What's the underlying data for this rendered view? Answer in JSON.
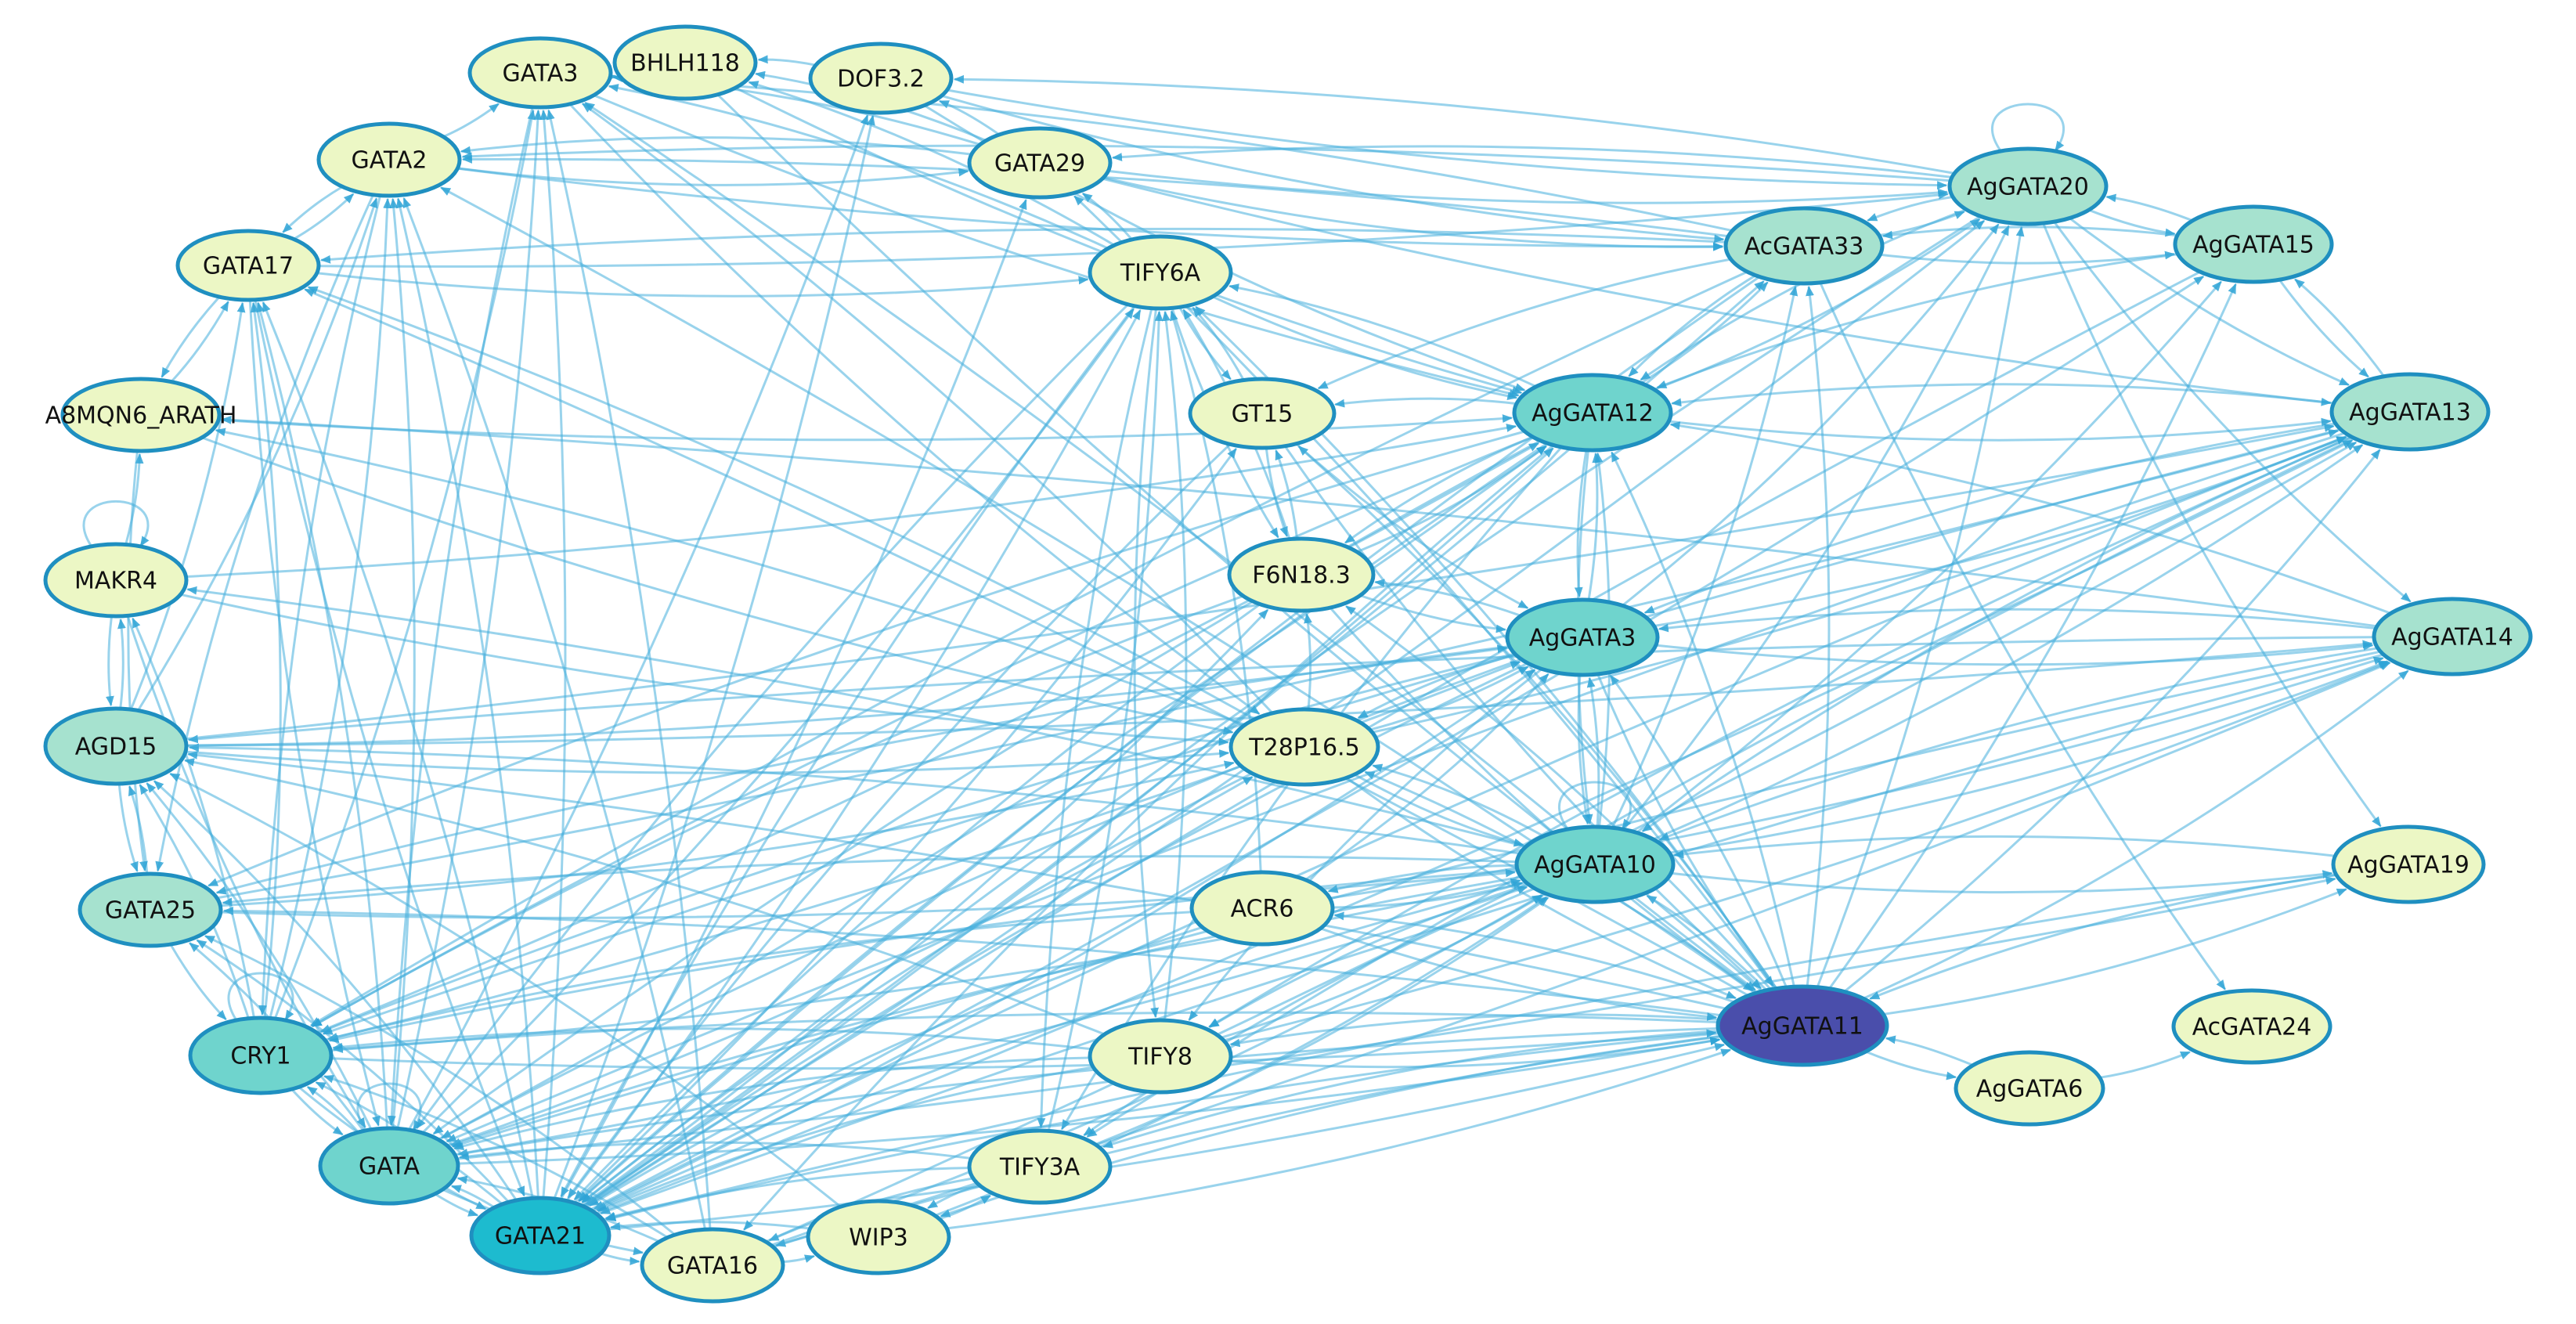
{
  "diagram": {
    "colors": {
      "edge": "#45aedd",
      "border": "#1f8fc0",
      "level0": "#ecf7c5",
      "level1": "#a6e2cf",
      "level2": "#6fd4cd",
      "level3": "#1dbbcf",
      "level4": "#4a4eab",
      "hub_border": "#2b3a8f"
    },
    "nodes": [
      {
        "id": "GATA3",
        "label": "GATA3",
        "level": 0
      },
      {
        "id": "BHLH118",
        "label": "BHLH118",
        "level": 0
      },
      {
        "id": "DOF3_2",
        "label": "DOF3.2",
        "level": 0
      },
      {
        "id": "GATA2",
        "label": "GATA2",
        "level": 0
      },
      {
        "id": "GATA29",
        "label": "GATA29",
        "level": 0
      },
      {
        "id": "GATA17",
        "label": "GATA17",
        "level": 0
      },
      {
        "id": "TIFY6A",
        "label": "TIFY6A",
        "level": 0
      },
      {
        "id": "A8MQN6_ARATH",
        "label": "A8MQN6_ARATH",
        "level": 0
      },
      {
        "id": "GT15",
        "label": "GT15",
        "level": 0
      },
      {
        "id": "MAKR4",
        "label": "MAKR4",
        "level": 0
      },
      {
        "id": "F6N18_3",
        "label": "F6N18.3",
        "level": 0
      },
      {
        "id": "AGD15",
        "label": "AGD15",
        "level": 1
      },
      {
        "id": "T28P16_5",
        "label": "T28P16.5",
        "level": 0
      },
      {
        "id": "GATA25",
        "label": "GATA25",
        "level": 1
      },
      {
        "id": "ACR6",
        "label": "ACR6",
        "level": 0
      },
      {
        "id": "CRY1",
        "label": "CRY1",
        "level": 2
      },
      {
        "id": "TIFY8",
        "label": "TIFY8",
        "level": 0
      },
      {
        "id": "GATA",
        "label": "GATA",
        "level": 2
      },
      {
        "id": "TIFY3A",
        "label": "TIFY3A",
        "level": 0
      },
      {
        "id": "GATA21",
        "label": "GATA21",
        "level": 3
      },
      {
        "id": "GATA16",
        "label": "GATA16",
        "level": 0
      },
      {
        "id": "WIP3",
        "label": "WIP3",
        "level": 0
      },
      {
        "id": "AgGATA20",
        "label": "AgGATA20",
        "level": 1
      },
      {
        "id": "AcGATA33",
        "label": "AcGATA33",
        "level": 1
      },
      {
        "id": "AgGATA15",
        "label": "AgGATA15",
        "level": 1
      },
      {
        "id": "AgGATA12",
        "label": "AgGATA12",
        "level": 2
      },
      {
        "id": "AgGATA13",
        "label": "AgGATA13",
        "level": 1
      },
      {
        "id": "AgGATA3",
        "label": "AgGATA3",
        "level": 2
      },
      {
        "id": "AgGATA14",
        "label": "AgGATA14",
        "level": 1
      },
      {
        "id": "AgGATA10",
        "label": "AgGATA10",
        "level": 2
      },
      {
        "id": "AgGATA19",
        "label": "AgGATA19",
        "level": 0
      },
      {
        "id": "AgGATA11",
        "label": "AgGATA11",
        "level": 4
      },
      {
        "id": "AcGATA24",
        "label": "AcGATA24",
        "level": 0
      },
      {
        "id": "AgGATA6",
        "label": "AgGATA6",
        "level": 0
      }
    ],
    "edges": [
      [
        "GATA2",
        "GATA17"
      ],
      [
        "GATA17",
        "GATA2"
      ],
      [
        "GATA2",
        "GATA3"
      ],
      [
        "GATA3",
        "BHLH118"
      ],
      [
        "DOF3_2",
        "BHLH118"
      ],
      [
        "GATA29",
        "DOF3_2"
      ],
      [
        "GATA29",
        "GATA3"
      ],
      [
        "GATA29",
        "GATA2"
      ],
      [
        "GATA29",
        "BHLH118"
      ],
      [
        "TIFY6A",
        "GATA29"
      ],
      [
        "TIFY6A",
        "GATA3"
      ],
      [
        "TIFY6A",
        "BHLH118"
      ],
      [
        "GATA17",
        "A8MQN6_ARATH"
      ],
      [
        "A8MQN6_ARATH",
        "GATA17"
      ],
      [
        "MAKR4",
        "A8MQN6_ARATH"
      ],
      [
        "MAKR4",
        "AGD15"
      ],
      [
        "AGD15",
        "MAKR4"
      ],
      [
        "AGD15",
        "GATA17"
      ],
      [
        "AGD15",
        "GATA2"
      ],
      [
        "AGD15",
        "GATA25"
      ],
      [
        "GATA25",
        "AGD15"
      ],
      [
        "GATA25",
        "CRY1"
      ],
      [
        "CRY1",
        "GATA"
      ],
      [
        "GATA",
        "CRY1"
      ],
      [
        "CRY1",
        "GATA21"
      ],
      [
        "GATA",
        "GATA21"
      ],
      [
        "GATA21",
        "GATA16"
      ],
      [
        "GATA16",
        "WIP3"
      ],
      [
        "WIP3",
        "GATA21"
      ],
      [
        "GATA",
        "GATA16"
      ],
      [
        "CRY1",
        "GATA2"
      ],
      [
        "CRY1",
        "GATA3"
      ],
      [
        "CRY1",
        "GATA17"
      ],
      [
        "CRY1",
        "MAKR4"
      ],
      [
        "CRY1",
        "AGD15"
      ],
      [
        "GATA",
        "GATA2"
      ],
      [
        "GATA",
        "GATA3"
      ],
      [
        "GATA",
        "GATA17"
      ],
      [
        "GATA",
        "AGD15"
      ],
      [
        "GATA",
        "GATA25"
      ],
      [
        "GATA21",
        "GATA3"
      ],
      [
        "GATA21",
        "GATA2"
      ],
      [
        "GATA21",
        "GATA17"
      ],
      [
        "GATA21",
        "AGD15"
      ],
      [
        "GATA21",
        "GATA25"
      ],
      [
        "GATA21",
        "CRY1"
      ],
      [
        "GATA21",
        "GATA"
      ],
      [
        "GATA16",
        "GATA"
      ],
      [
        "GATA16",
        "GATA3"
      ],
      [
        "GATA16",
        "GATA2"
      ],
      [
        "GATA16",
        "CRY1"
      ],
      [
        "GATA16",
        "GATA25"
      ],
      [
        "MAKR4",
        "GATA"
      ],
      [
        "GATA17",
        "GATA21"
      ],
      [
        "GATA17",
        "GATA"
      ],
      [
        "A8MQN6_ARATH",
        "GATA25"
      ],
      [
        "GATA3",
        "GATA"
      ],
      [
        "GATA2",
        "GATA25"
      ],
      [
        "GATA2",
        "CRY1"
      ],
      [
        "AgGATA11",
        "GATA21"
      ],
      [
        "AgGATA11",
        "GATA"
      ],
      [
        "AgGATA11",
        "CRY1"
      ],
      [
        "AgGATA11",
        "GATA16"
      ],
      [
        "AgGATA11",
        "WIP3"
      ],
      [
        "AgGATA11",
        "TIFY3A"
      ],
      [
        "AgGATA11",
        "TIFY8"
      ],
      [
        "AgGATA11",
        "ACR6"
      ],
      [
        "AgGATA11",
        "AgGATA10"
      ],
      [
        "AgGATA11",
        "AgGATA3"
      ],
      [
        "AgGATA11",
        "AgGATA12"
      ],
      [
        "AgGATA11",
        "AcGATA33"
      ],
      [
        "AgGATA11",
        "AgGATA20"
      ],
      [
        "AgGATA11",
        "AgGATA15"
      ],
      [
        "AgGATA11",
        "AgGATA13"
      ],
      [
        "AgGATA11",
        "AgGATA14"
      ],
      [
        "AgGATA11",
        "AgGATA19"
      ],
      [
        "AgGATA11",
        "AgGATA6"
      ],
      [
        "AgGATA11",
        "GATA25"
      ],
      [
        "AgGATA11",
        "AGD15"
      ],
      [
        "AgGATA11",
        "T28P16_5"
      ],
      [
        "AgGATA11",
        "F6N18_3"
      ],
      [
        "AgGATA11",
        "GT15"
      ],
      [
        "AgGATA11",
        "TIFY6A"
      ],
      [
        "AgGATA11",
        "GATA29"
      ],
      [
        "AgGATA11",
        "GATA3"
      ],
      [
        "AgGATA11",
        "GATA2"
      ],
      [
        "AgGATA11",
        "GATA17"
      ],
      [
        "AgGATA6",
        "AcGATA24"
      ],
      [
        "AgGATA6",
        "AgGATA11"
      ],
      [
        "AgGATA10",
        "GATA21"
      ],
      [
        "AgGATA10",
        "GATA"
      ],
      [
        "AgGATA10",
        "CRY1"
      ],
      [
        "AgGATA10",
        "GATA25"
      ],
      [
        "AgGATA10",
        "AGD15"
      ],
      [
        "AgGATA10",
        "ACR6"
      ],
      [
        "AgGATA10",
        "TIFY8"
      ],
      [
        "AgGATA10",
        "TIFY3A"
      ],
      [
        "AgGATA10",
        "T28P16_5"
      ],
      [
        "AgGATA10",
        "AgGATA3"
      ],
      [
        "AgGATA10",
        "AgGATA12"
      ],
      [
        "AgGATA10",
        "AcGATA33"
      ],
      [
        "AgGATA10",
        "AgGATA20"
      ],
      [
        "AgGATA10",
        "AgGATA15"
      ],
      [
        "AgGATA10",
        "AgGATA13"
      ],
      [
        "AgGATA10",
        "AgGATA14"
      ],
      [
        "AgGATA10",
        "AgGATA19"
      ],
      [
        "AgGATA10",
        "MAKR4"
      ],
      [
        "AgGATA3",
        "GATA21"
      ],
      [
        "AgGATA3",
        "GATA"
      ],
      [
        "AgGATA3",
        "CRY1"
      ],
      [
        "AgGATA3",
        "AgGATA10"
      ],
      [
        "AgGATA3",
        "AgGATA12"
      ],
      [
        "AgGATA3",
        "AgGATA20"
      ],
      [
        "AgGATA3",
        "AgGATA13"
      ],
      [
        "AgGATA3",
        "AgGATA14"
      ],
      [
        "AgGATA3",
        "GATA25"
      ],
      [
        "AgGATA3",
        "TIFY8"
      ],
      [
        "AgGATA3",
        "F6N18_3"
      ],
      [
        "AgGATA3",
        "T28P16_5"
      ],
      [
        "AgGATA3",
        "AgGATA11"
      ],
      [
        "AgGATA12",
        "GATA21"
      ],
      [
        "AgGATA12",
        "GATA"
      ],
      [
        "AgGATA12",
        "CRY1"
      ],
      [
        "AgGATA12",
        "GATA25"
      ],
      [
        "AgGATA12",
        "GT15"
      ],
      [
        "AgGATA12",
        "F6N18_3"
      ],
      [
        "AgGATA12",
        "AgGATA3"
      ],
      [
        "AgGATA12",
        "AgGATA10"
      ],
      [
        "AgGATA12",
        "AgGATA20"
      ],
      [
        "AgGATA12",
        "AgGATA13"
      ],
      [
        "AgGATA12",
        "AcGATA33"
      ],
      [
        "AgGATA12",
        "TIFY6A"
      ],
      [
        "AgGATA12",
        "TIFY3A"
      ],
      [
        "AgGATA12",
        "GATA16"
      ],
      [
        "AcGATA33",
        "AgGATA20"
      ],
      [
        "AcGATA33",
        "AgGATA12"
      ],
      [
        "AcGATA33",
        "AgGATA15"
      ],
      [
        "AcGATA33",
        "GATA2"
      ],
      [
        "AcGATA33",
        "GATA3"
      ],
      [
        "AcGATA33",
        "GATA17"
      ],
      [
        "AcGATA33",
        "GT15"
      ],
      [
        "AcGATA33",
        "AcGATA24"
      ],
      [
        "AcGATA33",
        "GATA21"
      ],
      [
        "AcGATA33",
        "CRY1"
      ],
      [
        "AgGATA20",
        "AcGATA33"
      ],
      [
        "AgGATA20",
        "AgGATA15"
      ],
      [
        "AgGATA20",
        "AgGATA13"
      ],
      [
        "AgGATA20",
        "AgGATA14"
      ],
      [
        "AgGATA20",
        "AgGATA19"
      ],
      [
        "AgGATA20",
        "DOF3_2"
      ],
      [
        "AgGATA20",
        "GATA29"
      ],
      [
        "AgGATA20",
        "GATA2"
      ],
      [
        "AgGATA20",
        "GATA21"
      ],
      [
        "AgGATA20",
        "AgGATA12"
      ],
      [
        "AgGATA15",
        "AgGATA20"
      ],
      [
        "AgGATA15",
        "AgGATA13"
      ],
      [
        "AgGATA15",
        "AcGATA33"
      ],
      [
        "AgGATA15",
        "AgGATA12"
      ],
      [
        "AgGATA15",
        "GATA21"
      ],
      [
        "AgGATA13",
        "AgGATA15"
      ],
      [
        "AgGATA13",
        "AgGATA12"
      ],
      [
        "AgGATA13",
        "AgGATA3"
      ],
      [
        "AgGATA13",
        "AgGATA10"
      ],
      [
        "AgGATA13",
        "GATA21"
      ],
      [
        "AgGATA13",
        "GATA"
      ],
      [
        "AgGATA13",
        "CRY1"
      ],
      [
        "AgGATA13",
        "TIFY8"
      ],
      [
        "AgGATA13",
        "TIFY3A"
      ],
      [
        "AgGATA14",
        "AgGATA3"
      ],
      [
        "AgGATA14",
        "AgGATA10"
      ],
      [
        "AgGATA14",
        "AgGATA12"
      ],
      [
        "AgGATA14",
        "GATA21"
      ],
      [
        "AgGATA14",
        "GATA"
      ],
      [
        "AgGATA14",
        "AGD15"
      ],
      [
        "AgGATA14",
        "A8MQN6_ARATH"
      ],
      [
        "AgGATA19",
        "AgGATA10"
      ],
      [
        "AgGATA19",
        "AgGATA11"
      ],
      [
        "AgGATA19",
        "GATA21"
      ],
      [
        "TIFY6A",
        "GT15"
      ],
      [
        "TIFY6A",
        "F6N18_3"
      ],
      [
        "TIFY6A",
        "TIFY8"
      ],
      [
        "TIFY6A",
        "TIFY3A"
      ],
      [
        "TIFY6A",
        "AgGATA12"
      ],
      [
        "TIFY6A",
        "GATA21"
      ],
      [
        "TIFY6A",
        "GATA"
      ],
      [
        "GT15",
        "TIFY6A"
      ],
      [
        "GT15",
        "F6N18_3"
      ],
      [
        "GT15",
        "GATA21"
      ],
      [
        "GT15",
        "AgGATA3"
      ],
      [
        "F6N18_3",
        "GT15"
      ],
      [
        "F6N18_3",
        "AgGATA12"
      ],
      [
        "F6N18_3",
        "AgGATA3"
      ],
      [
        "F6N18_3",
        "GATA21"
      ],
      [
        "F6N18_3",
        "TIFY6A"
      ],
      [
        "F6N18_3",
        "CRY1"
      ],
      [
        "T28P16_5",
        "GATA3"
      ],
      [
        "T28P16_5",
        "GATA17"
      ],
      [
        "T28P16_5",
        "A8MQN6_ARATH"
      ],
      [
        "T28P16_5",
        "AgGATA10"
      ],
      [
        "T28P16_5",
        "GATA21"
      ],
      [
        "T28P16_5",
        "AgGATA3"
      ],
      [
        "T28P16_5",
        "F6N18_3"
      ],
      [
        "ACR6",
        "AgGATA10"
      ],
      [
        "ACR6",
        "GATA21"
      ],
      [
        "ACR6",
        "CRY1"
      ],
      [
        "ACR6",
        "AgGATA3"
      ],
      [
        "ACR6",
        "TIFY6A"
      ],
      [
        "TIFY8",
        "TIFY6A"
      ],
      [
        "TIFY8",
        "AgGATA10"
      ],
      [
        "TIFY8",
        "GATA21"
      ],
      [
        "TIFY8",
        "GATA"
      ],
      [
        "TIFY8",
        "CRY1"
      ],
      [
        "TIFY8",
        "AGD15"
      ],
      [
        "TIFY3A",
        "TIFY6A"
      ],
      [
        "TIFY3A",
        "AgGATA10"
      ],
      [
        "TIFY3A",
        "GATA21"
      ],
      [
        "TIFY3A",
        "GATA"
      ],
      [
        "TIFY3A",
        "WIP3"
      ],
      [
        "TIFY3A",
        "GATA16"
      ],
      [
        "WIP3",
        "AgGATA10"
      ],
      [
        "WIP3",
        "AGD15"
      ],
      [
        "WIP3",
        "TIFY3A"
      ],
      [
        "GATA21",
        "AgGATA12"
      ],
      [
        "GATA21",
        "AgGATA3"
      ],
      [
        "GATA21",
        "AgGATA13"
      ],
      [
        "GATA21",
        "TIFY6A"
      ],
      [
        "GATA21",
        "F6N18_3"
      ],
      [
        "GATA21",
        "GT15"
      ],
      [
        "GATA21",
        "DOF3_2"
      ],
      [
        "GATA21",
        "GATA29"
      ],
      [
        "GATA",
        "AgGATA12"
      ],
      [
        "GATA",
        "DOF3_2"
      ],
      [
        "GATA",
        "TIFY6A"
      ],
      [
        "GATA",
        "T28P16_5"
      ],
      [
        "CRY1",
        "AgGATA12"
      ],
      [
        "CRY1",
        "AgGATA10"
      ],
      [
        "CRY1",
        "AgGATA3"
      ],
      [
        "CRY1",
        "AgGATA11"
      ],
      [
        "GATA25",
        "AgGATA13"
      ],
      [
        "GATA25",
        "AgGATA10"
      ],
      [
        "GATA25",
        "T28P16_5"
      ],
      [
        "AGD15",
        "AgGATA13"
      ],
      [
        "AGD15",
        "AgGATA14"
      ],
      [
        "AGD15",
        "AgGATA3"
      ],
      [
        "AGD15",
        "T28P16_5"
      ],
      [
        "GATA17",
        "AgGATA20"
      ],
      [
        "GATA17",
        "TIFY6A"
      ],
      [
        "GATA2",
        "AcGATA33"
      ],
      [
        "GATA2",
        "GATA29"
      ],
      [
        "GATA3",
        "AgGATA12"
      ],
      [
        "GATA3",
        "T28P16_5"
      ],
      [
        "A8MQN6_ARATH",
        "AgGATA12"
      ],
      [
        "A8MQN6_ARATH",
        "T28P16_5"
      ],
      [
        "MAKR4",
        "AgGATA12"
      ],
      [
        "MAKR4",
        "T28P16_5"
      ],
      [
        "DOF3_2",
        "AgGATA12"
      ],
      [
        "DOF3_2",
        "AgGATA20"
      ],
      [
        "DOF3_2",
        "AcGATA33"
      ],
      [
        "BHLH118",
        "AgGATA12"
      ],
      [
        "BHLH118",
        "AgGATA11"
      ],
      [
        "GATA29",
        "AgGATA20"
      ],
      [
        "GATA29",
        "AcGATA33"
      ],
      [
        "GATA29",
        "AgGATA13"
      ],
      [
        "GATA16",
        "AgGATA13"
      ],
      [
        "GATA16",
        "AgGATA14"
      ],
      [
        "GATA16",
        "AgGATA10"
      ],
      [
        "WIP3",
        "AgGATA11"
      ],
      [
        "GATA21",
        "AgGATA11"
      ],
      [
        "GATA21",
        "AgGATA15"
      ],
      [
        "GATA21",
        "AgGATA20"
      ],
      [
        "GATA21",
        "AcGATA33"
      ],
      [
        "GATA",
        "AgGATA10"
      ],
      [
        "GATA",
        "AgGATA19"
      ],
      [
        "GATA",
        "AgGATA11"
      ],
      [
        "TIFY8",
        "AgGATA11"
      ],
      [
        "TIFY8",
        "AgGATA14"
      ],
      [
        "ACR6",
        "AgGATA14"
      ],
      [
        "ACR6",
        "AgGATA11"
      ],
      [
        "T28P16_5",
        "AgGATA13"
      ],
      [
        "T28P16_5",
        "AgGATA11"
      ],
      [
        "F6N18_3",
        "AgGATA11"
      ],
      [
        "GT15",
        "AgGATA11"
      ]
    ],
    "self_loops": [
      "AgGATA20",
      "AgGATA10",
      "CRY1",
      "GATA",
      "MAKR4"
    ]
  }
}
